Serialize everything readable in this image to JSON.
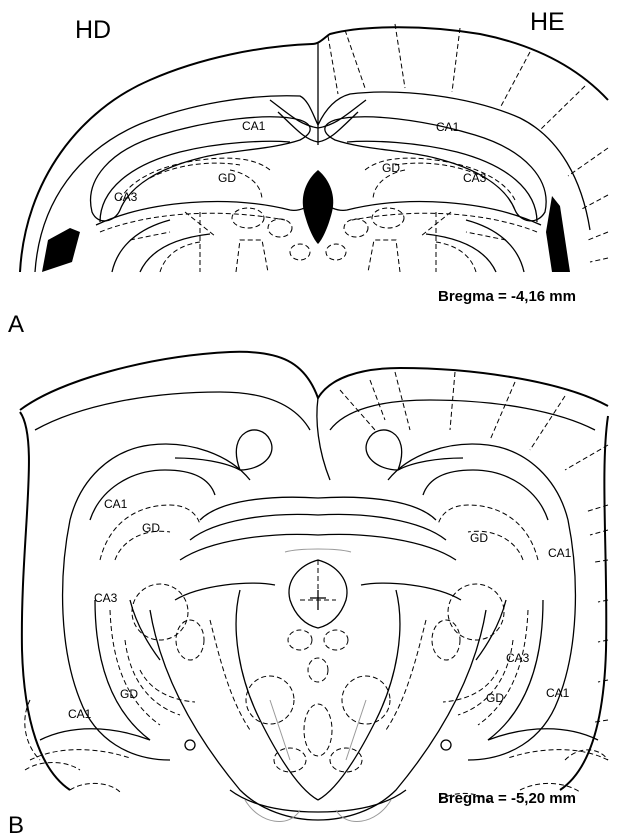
{
  "panel_a": {
    "left_hemisphere_label": "HD",
    "right_hemisphere_label": "HE",
    "panel_letter": "A",
    "bregma_label": "Bregma = -4,16 mm",
    "regions": {
      "left_ca1": "CA1",
      "left_gd": "GD",
      "left_ca3": "CA3",
      "right_ca1": "CA1",
      "right_gd": "GD",
      "right_ca3": "CA3"
    }
  },
  "panel_b": {
    "panel_letter": "B",
    "bregma_label": "Bregma = -5,20 mm",
    "regions": {
      "left_ca1_top": "CA1",
      "left_gd_top": "GD",
      "left_ca3": "CA3",
      "left_gd_bottom": "GD",
      "left_ca1_bottom": "CA1",
      "right_gd_top": "GD",
      "right_ca1_top": "CA1",
      "right_ca3": "CA3",
      "right_gd_bottom": "GD",
      "right_ca1_bottom": "CA1"
    }
  }
}
